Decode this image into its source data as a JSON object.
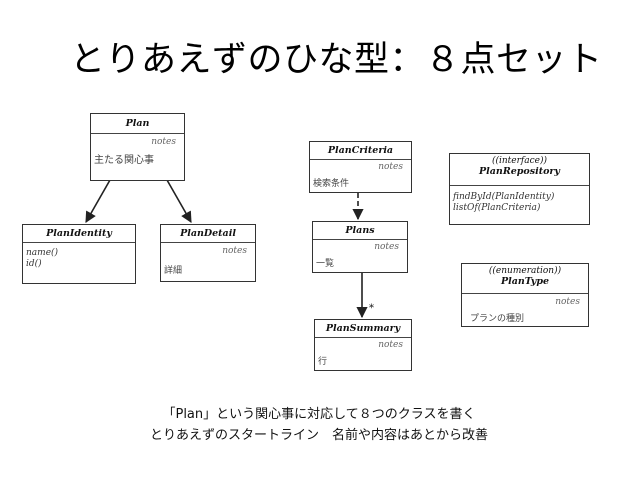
{
  "title": "とりあえずのひな型：８点セット",
  "classes": {
    "plan": {
      "name": "Plan",
      "notes": "notes",
      "desc": "主たる関心事"
    },
    "plan_identity": {
      "name": "PlanIdentity",
      "ops": [
        "name()",
        "id()"
      ]
    },
    "plan_detail": {
      "name": "PlanDetail",
      "notes": "notes",
      "desc": "詳細"
    },
    "plan_criteria": {
      "name": "PlanCriteria",
      "notes": "notes",
      "desc": "検索条件"
    },
    "plans": {
      "name": "Plans",
      "notes": "notes",
      "desc": "一覧"
    },
    "plan_summary": {
      "name": "PlanSummary",
      "notes": "notes",
      "desc": "行"
    },
    "plan_repository": {
      "stereotype": "((interface))",
      "name": "PlanRepository",
      "ops": [
        "findById(PlanIdentity)",
        "listOf(PlanCriteria)"
      ]
    },
    "plan_type": {
      "stereotype": "((enumeration))",
      "name": "PlanType",
      "notes": "notes",
      "desc": "プランの種別"
    }
  },
  "multiplicity": "*",
  "caption": {
    "line1": "「Plan」という関心事に対応して８つのクラスを書く",
    "line2": "とりあえずのスタートライン　名前や内容はあとから改善"
  }
}
